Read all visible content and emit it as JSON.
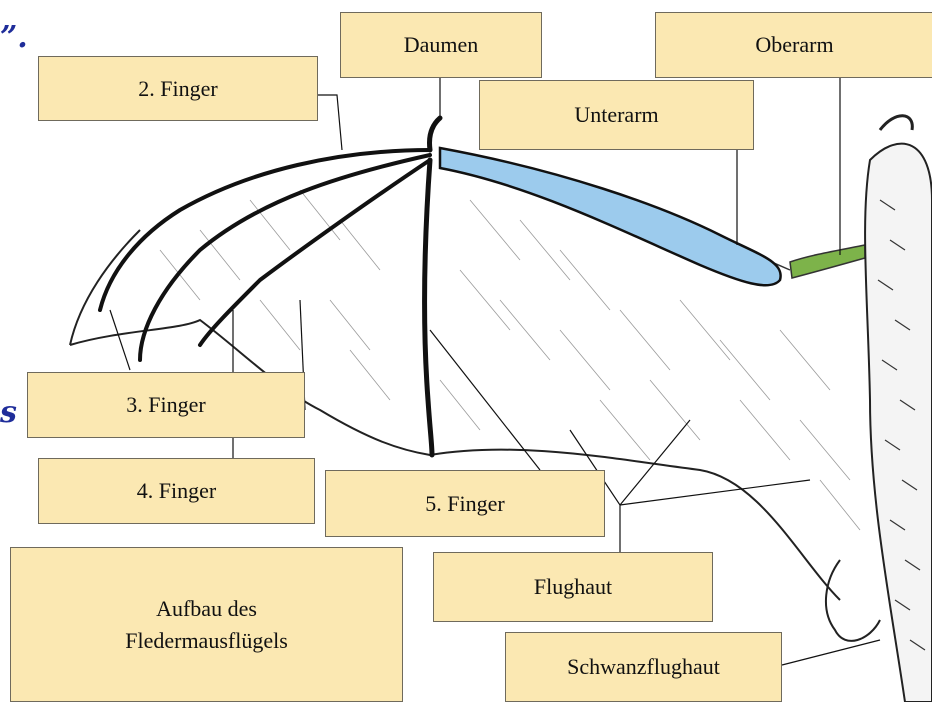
{
  "labels": {
    "daumen": "Daumen",
    "oberarm": "Oberarm",
    "unterarm": "Unterarm",
    "finger2": "2. Finger",
    "finger3": "3. Finger",
    "finger4": "4. Finger",
    "finger5": "5. Finger",
    "flughaut": "Flughaut",
    "schwanzflughaut": "Schwanzflughaut",
    "title": "Aufbau des\nFledermausflügels"
  },
  "colors": {
    "label_fill": "#fbe8b2",
    "unterarm_highlight": "#9ccbed",
    "oberarm_highlight": "#7db34a",
    "script_text": "#1f2d9a"
  }
}
